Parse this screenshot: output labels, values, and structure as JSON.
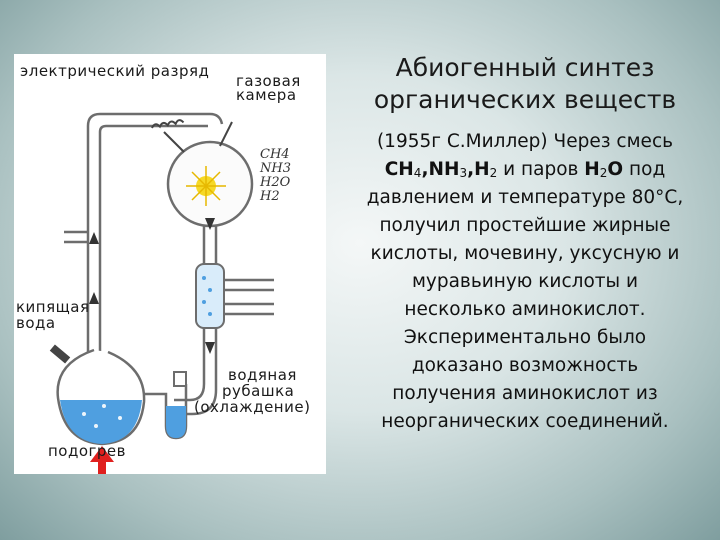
{
  "title": {
    "line1": "Абиогенный синтез",
    "line2": "органических веществ"
  },
  "body": {
    "line1": "(1955г  С.Миллер) Через смесь",
    "formula_ch": "CH",
    "formula_4": "4",
    "formula_nh": ",NH",
    "formula_3": "3",
    "formula_h": ",H",
    "formula_2": "2",
    "formula_rest": " и паров ",
    "formula_h2o_h": "H",
    "formula_h2o_2": "2",
    "formula_h2o_o": "O",
    "formula_end": " под",
    "line3": "давлением и температуре 80°С,",
    "line4": "получил простейшие жирные",
    "line5": "кислоты, мочевину, уксусную и",
    "line6": "муравьиную кислоты и",
    "line7": "несколько аминокислот.",
    "line8": "Экспериментально было",
    "line9": "доказано возможность",
    "line10": "получения аминокислот из",
    "line11": "неорганических соединений."
  },
  "diagram": {
    "electric_discharge": "электрический разряд",
    "gas_chamber_1": "газовая",
    "gas_chamber_2": "камера",
    "gas_ch4": "CH4",
    "gas_nh3": "NH3",
    "gas_h2o": "H2O",
    "gas_h2": "H2",
    "boiling_water_1": "кипящая",
    "boiling_water_2": "вода",
    "water_jacket_1": "водяная",
    "water_jacket_2": "рубашка",
    "water_jacket_3": "(охлаждение)",
    "heating": "подогрев"
  },
  "colors": {
    "water": "#4f9fe0",
    "glass": "#6d6d6d",
    "arrow_red": "#e0201e",
    "spark": "#f5d200"
  }
}
